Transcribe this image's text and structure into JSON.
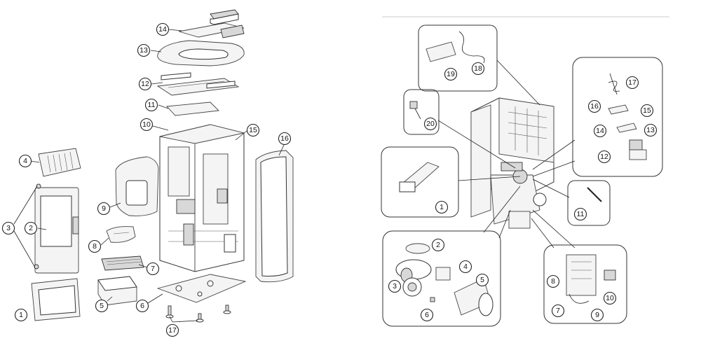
{
  "left_diagram": {
    "callouts": [
      {
        "id": "l1",
        "label": "1"
      },
      {
        "id": "l2",
        "label": "2"
      },
      {
        "id": "l3",
        "label": "3"
      },
      {
        "id": "l4",
        "label": "4"
      },
      {
        "id": "l5",
        "label": "5"
      },
      {
        "id": "l6",
        "label": "6"
      },
      {
        "id": "l7",
        "label": "7"
      },
      {
        "id": "l8",
        "label": "8"
      },
      {
        "id": "l9",
        "label": "9"
      },
      {
        "id": "l10",
        "label": "10"
      },
      {
        "id": "l11",
        "label": "11"
      },
      {
        "id": "l12",
        "label": "12"
      },
      {
        "id": "l13",
        "label": "13"
      },
      {
        "id": "l14",
        "label": "14"
      },
      {
        "id": "l15",
        "label": "15"
      },
      {
        "id": "l16",
        "label": "16"
      },
      {
        "id": "l17",
        "label": "17"
      }
    ]
  },
  "right_diagram": {
    "callouts": [
      {
        "id": "r1",
        "label": "1"
      },
      {
        "id": "r2",
        "label": "2"
      },
      {
        "id": "r3",
        "label": "3"
      },
      {
        "id": "r4",
        "label": "4"
      },
      {
        "id": "r5",
        "label": "5"
      },
      {
        "id": "r6",
        "label": "6"
      },
      {
        "id": "r7",
        "label": "7"
      },
      {
        "id": "r8",
        "label": "8"
      },
      {
        "id": "r9",
        "label": "9"
      },
      {
        "id": "r10",
        "label": "10"
      },
      {
        "id": "r11",
        "label": "11"
      },
      {
        "id": "r12",
        "label": "12"
      },
      {
        "id": "r13",
        "label": "13"
      },
      {
        "id": "r14",
        "label": "14"
      },
      {
        "id": "r15",
        "label": "15"
      },
      {
        "id": "r16",
        "label": "16"
      },
      {
        "id": "r17",
        "label": "17"
      },
      {
        "id": "r18",
        "label": "18"
      },
      {
        "id": "r19",
        "label": "19"
      },
      {
        "id": "r20",
        "label": "20"
      }
    ]
  }
}
